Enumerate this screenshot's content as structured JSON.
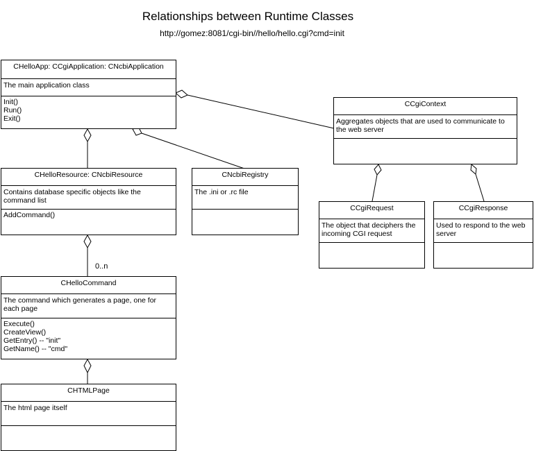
{
  "diagram": {
    "title": "Relationships between Runtime Classes",
    "url": "http://gomez:8081/cgi-bin//hello/hello.cgi?cmd=init"
  },
  "classes": {
    "happ": {
      "name": "CHelloApp: CCgiApplication: CNcbiApplication",
      "description": "The main application class",
      "operations": [
        "Init()",
        "Run()",
        "Exit()"
      ]
    },
    "ctx": {
      "name": "CCgiContext",
      "description": "Aggregates objects that are used to communicate to the web server",
      "operations": []
    },
    "res": {
      "name": "CHelloResource: CNcbiResource",
      "description": "Contains database specific objects like the command list",
      "operations": [
        "AddCommand()"
      ]
    },
    "reg": {
      "name": "CNcbiRegistry",
      "description": "The .ini or .rc file",
      "operations": []
    },
    "req": {
      "name": "CCgiRequest",
      "description": "The object that deciphers the incoming CGI request",
      "operations": []
    },
    "resp": {
      "name": "CCgiResponse",
      "description": "Used to respond to the web server",
      "operations": []
    },
    "cmd": {
      "name": "CHelloCommand",
      "description": "The command which generates a page, one for each page",
      "operations": [
        "Execute()",
        "CreateView()",
        "GetEntry() -- \"init\"",
        "GetName() -- \"cmd\""
      ]
    },
    "page": {
      "name": "CHTMLPage",
      "description": "The html page itself",
      "operations": []
    }
  },
  "multiplicity": {
    "res_cmd": "0..n"
  }
}
